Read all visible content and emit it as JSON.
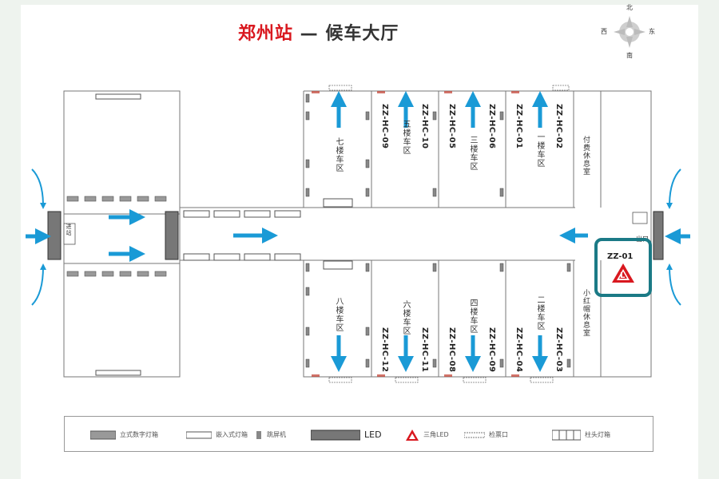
{
  "title": {
    "station": "郑州站",
    "separator": " — ",
    "hall": "候车大厅"
  },
  "compass": {
    "north": "北",
    "south": "南",
    "west": "西",
    "east": "东"
  },
  "zones_top": [
    {
      "label": "七楼车区",
      "code": "ZZ-HC-09"
    },
    {
      "label": "五楼车区",
      "code": "ZZ-HC-10"
    },
    {
      "label": "三楼车区",
      "code": "ZZ-HC-05"
    },
    {
      "label": "一楼车区",
      "code": "ZZ-HC-06"
    },
    {
      "code": "ZZ-HC-01"
    },
    {
      "code": "ZZ-HC-02"
    }
  ],
  "zones_bottom": [
    {
      "label": "八楼车区",
      "code": "ZZ-HC-12"
    },
    {
      "label": "六楼车区",
      "code": "ZZ-HC-11"
    },
    {
      "label": "四楼车区",
      "code": "ZZ-HC-08"
    },
    {
      "label": "二楼车区",
      "code": "ZZ-HC-09"
    },
    {
      "code": "ZZ-HC-04"
    },
    {
      "code": "ZZ-HC-03"
    }
  ],
  "rooms": {
    "rest_room_top": "付费休息室",
    "rest_room_bottom": "小红帽休息室",
    "entry_label": "进站",
    "exit_label": "出口"
  },
  "highlight": {
    "code": "ZZ-01",
    "badge": "L"
  },
  "legend": {
    "standing_lightbox": "立式数字灯箱",
    "embedded_lightbox": "嵌入式灯箱",
    "screen": "跳屏机",
    "led": "LED",
    "triangle_led": "三角LED",
    "ticket_gate": "检票口",
    "column_lightbox": "柱头灯箱"
  },
  "colors": {
    "accent_red": "#d9181f",
    "arrow_blue": "#1a9ad6",
    "highlight": "#1b7a86"
  }
}
